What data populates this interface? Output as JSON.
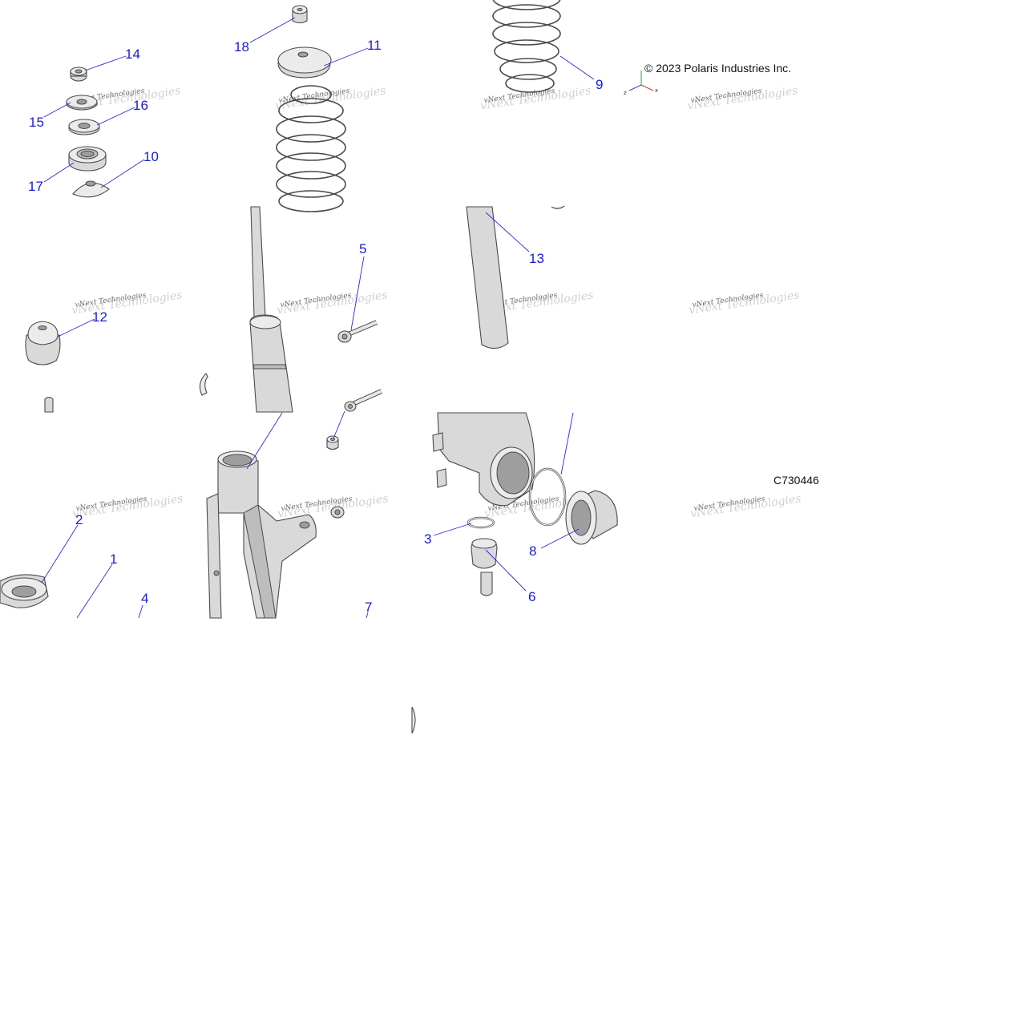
{
  "copyright": "© 2023 Polaris Industries Inc.",
  "diagram_code": "C730446",
  "watermark": "vNext Technologies",
  "axis_labels": {
    "x": "x",
    "z": "z"
  },
  "callouts": [
    "1",
    "2",
    "3",
    "4",
    "5",
    "6",
    "7",
    "8",
    "9",
    "10",
    "11",
    "12",
    "13",
    "14",
    "15",
    "16",
    "17",
    "18"
  ],
  "colors": {
    "callout": "#1a1ad6",
    "leader": "#2b2bd8",
    "part_fill": "#d9d9d9",
    "outline": "#4a4a4a"
  }
}
